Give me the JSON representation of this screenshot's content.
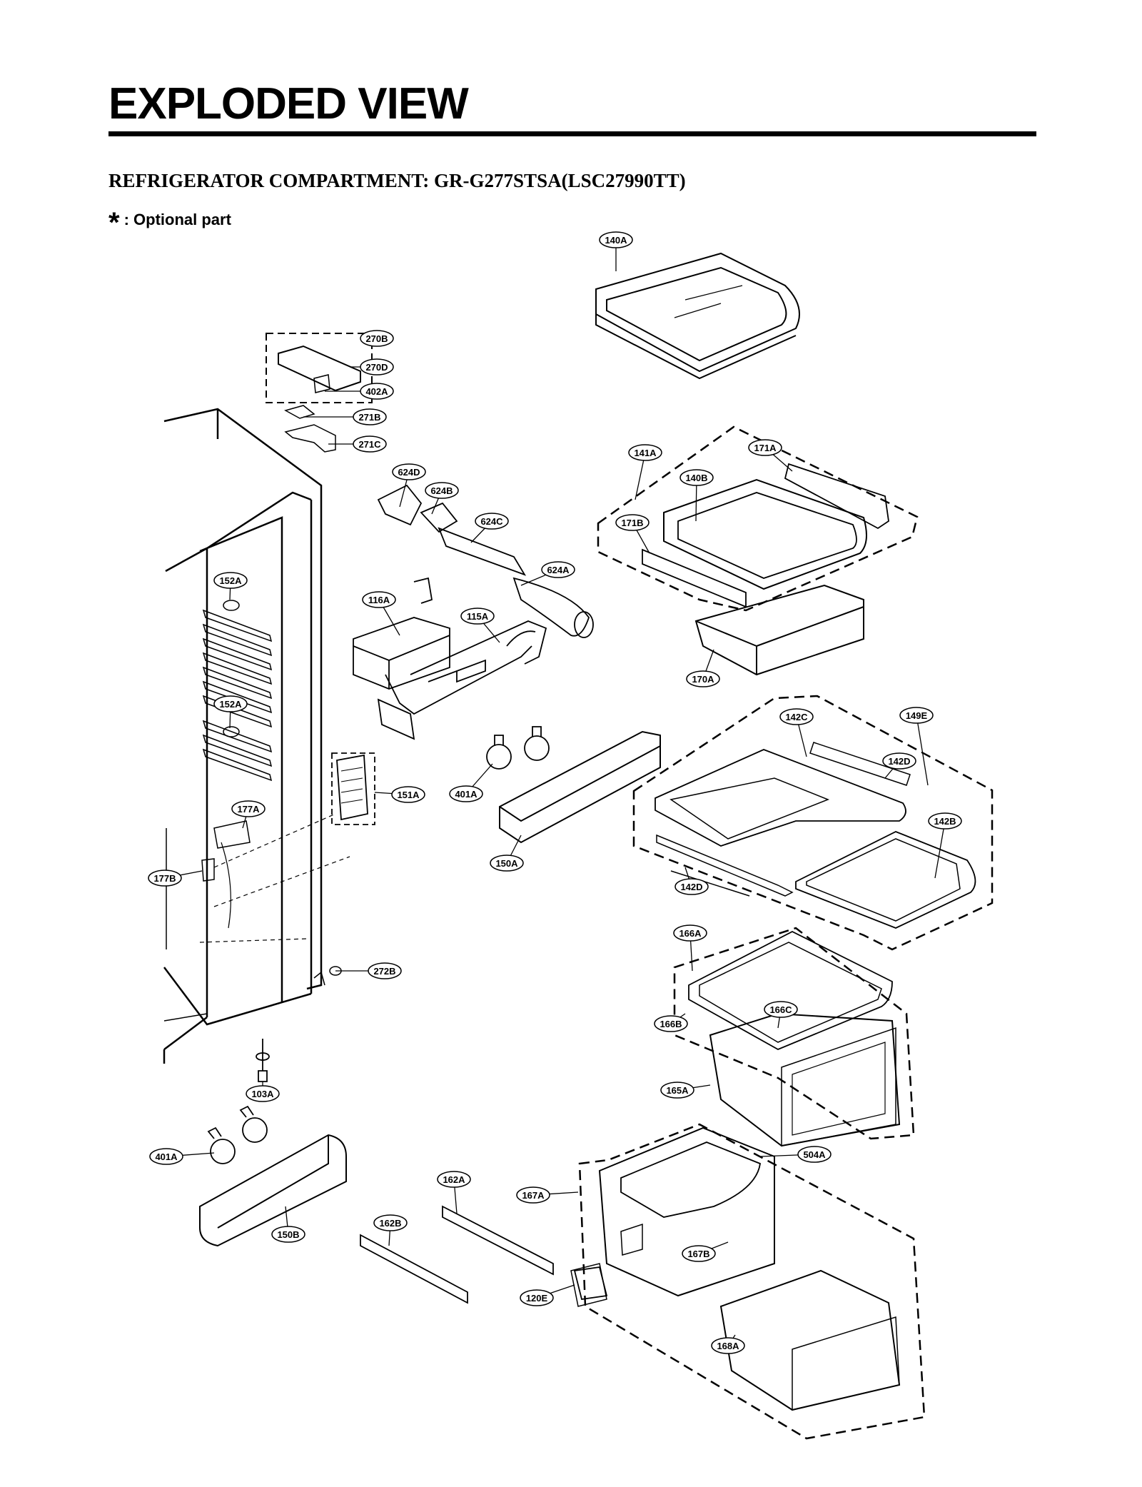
{
  "header": {
    "title": "EXPLODED VIEW",
    "subtitle": "REFRIGERATOR COMPARTMENT: GR-G277STSA(LSC27990TT)",
    "optional_mark": "*",
    "optional_note": ": Optional part"
  },
  "parts": [
    {
      "label": "140A"
    },
    {
      "label": "270B"
    },
    {
      "label": "270D"
    },
    {
      "label": "402A"
    },
    {
      "label": "271B"
    },
    {
      "label": "271C"
    },
    {
      "label": "624D"
    },
    {
      "label": "624B"
    },
    {
      "label": "624C"
    },
    {
      "label": "624A"
    },
    {
      "label": "141A"
    },
    {
      "label": "171A"
    },
    {
      "label": "140B"
    },
    {
      "label": "171B"
    },
    {
      "label": "170A"
    },
    {
      "label": "152A"
    },
    {
      "label": "116A"
    },
    {
      "label": "115A"
    },
    {
      "label": "152A"
    },
    {
      "label": "142C"
    },
    {
      "label": "149E"
    },
    {
      "label": "142D"
    },
    {
      "label": "401A"
    },
    {
      "label": "151A"
    },
    {
      "label": "177A"
    },
    {
      "label": "150A"
    },
    {
      "label": "142B"
    },
    {
      "label": "177B"
    },
    {
      "label": "142D"
    },
    {
      "label": "166A"
    },
    {
      "label": "272B"
    },
    {
      "label": "166C"
    },
    {
      "label": "166B"
    },
    {
      "label": "165A"
    },
    {
      "label": "103A"
    },
    {
      "label": "504A"
    },
    {
      "label": "401A"
    },
    {
      "label": "162A"
    },
    {
      "label": "167A"
    },
    {
      "label": "150B"
    },
    {
      "label": "162B"
    },
    {
      "label": "167B"
    },
    {
      "label": "120E"
    },
    {
      "label": "168A"
    }
  ]
}
